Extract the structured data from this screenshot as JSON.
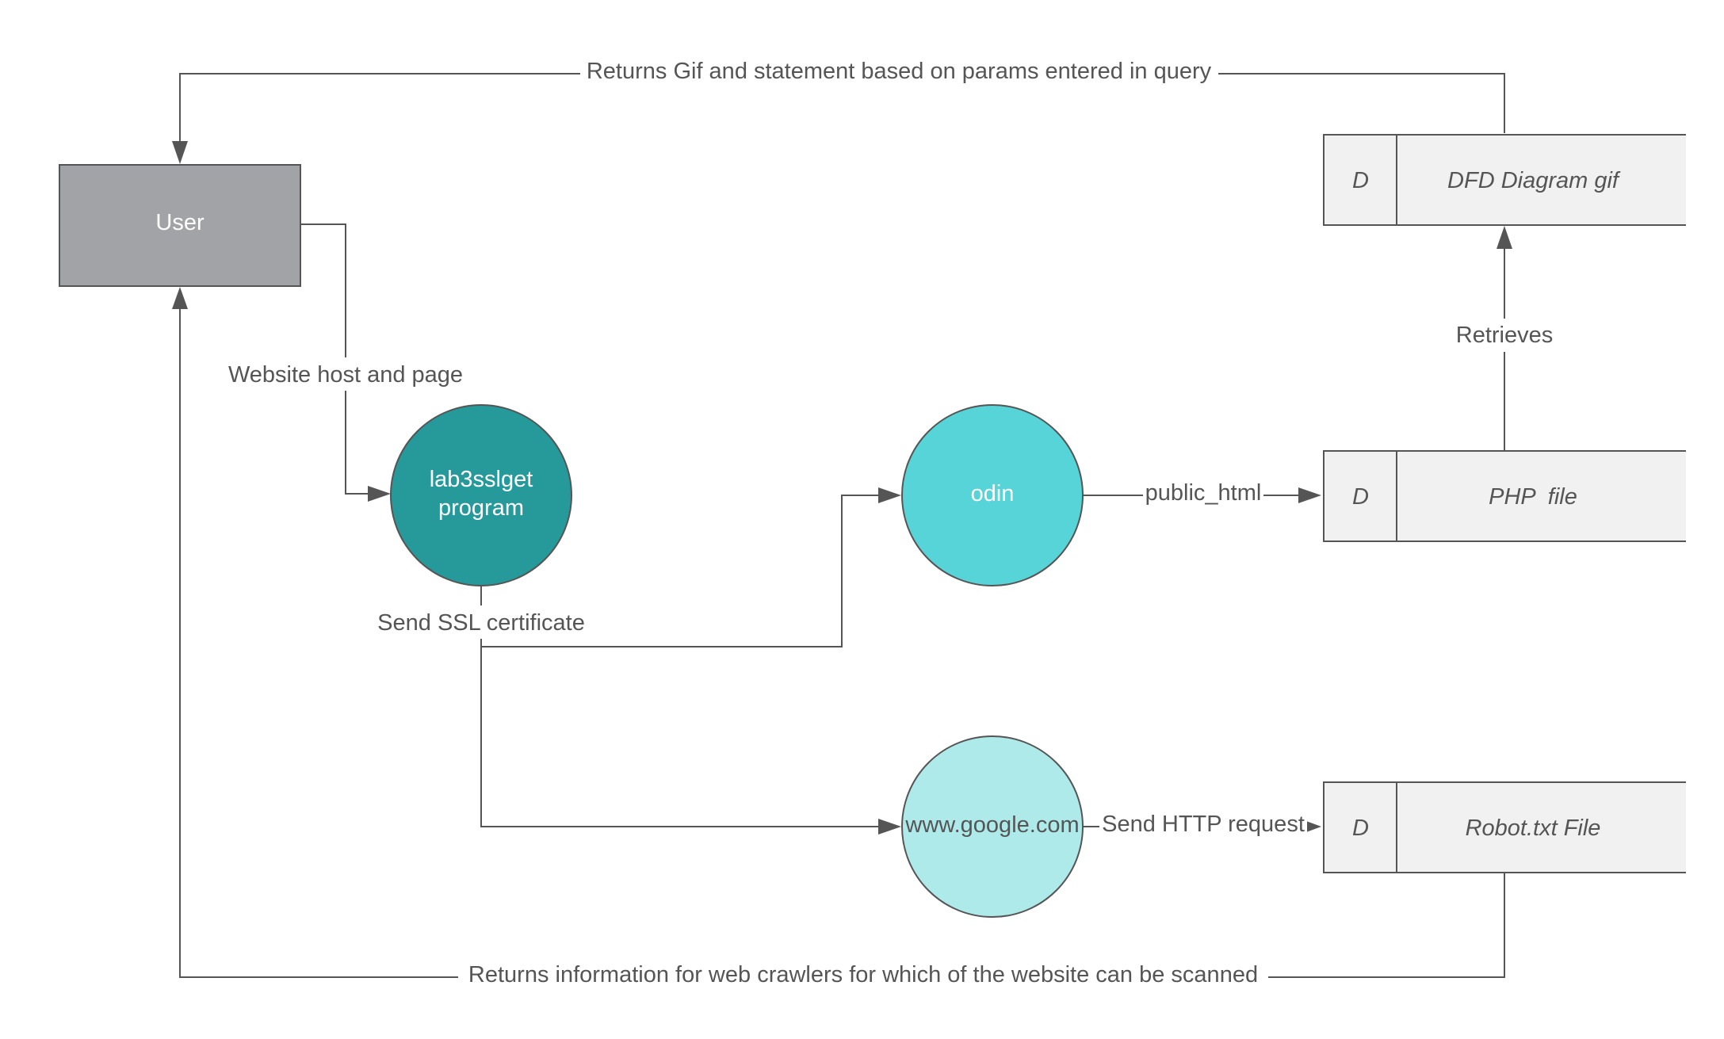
{
  "nodes": {
    "user": {
      "label": "User",
      "fill": "#a2a3a6"
    },
    "lab3": {
      "label_line1": "lab3sslget",
      "label_line2": "program",
      "fill": "#26999b"
    },
    "odin": {
      "label": "odin",
      "fill": "#56d4d7"
    },
    "google": {
      "label": "www.google.com",
      "fill": "#afeaea"
    }
  },
  "stores": {
    "dfd_gif": {
      "id": "D",
      "name": "DFD Diagram gif"
    },
    "php_file": {
      "id": "D",
      "name": "PHP  file"
    },
    "robot_txt": {
      "id": "D",
      "name": "Robot.txt File"
    },
    "fill": "#f0f1f0"
  },
  "edges": {
    "returns_gif": "Returns Gif and statement based on params entered in query",
    "website_host": "Website host and page",
    "send_ssl": "Send SSL certificate",
    "public_html": "public_html",
    "retrieves": "Retrieves",
    "send_http": "Send HTTP request",
    "returns_info": "Returns information for web crawlers  for which of the website can be scanned"
  }
}
